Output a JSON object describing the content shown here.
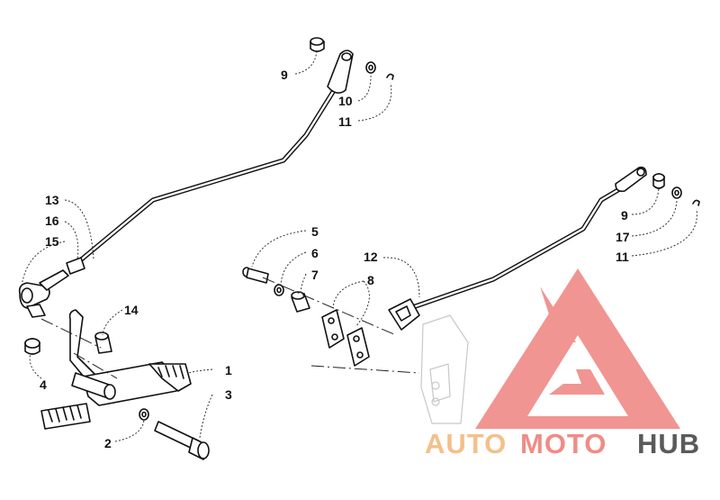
{
  "diagram": {
    "callouts": {
      "c1": "1",
      "c2": "2",
      "c3": "3",
      "c4": "4",
      "c5": "5",
      "c6": "6",
      "c7": "7",
      "c8": "8",
      "c9a": "9",
      "c9b": "9",
      "c10": "10",
      "c11a": "11",
      "c11b": "11",
      "c12": "12",
      "c13": "13",
      "c14": "14",
      "c15": "15",
      "c16": "16",
      "c17": "17"
    }
  },
  "watermark": {
    "part1": "AUTO",
    "part2": "MOTO",
    "part3": "HUB",
    "colors": {
      "auto": "#f3c08a",
      "moto": "#f08c86",
      "hub": "#5a5a5a",
      "logo": "#ef8a86"
    }
  }
}
